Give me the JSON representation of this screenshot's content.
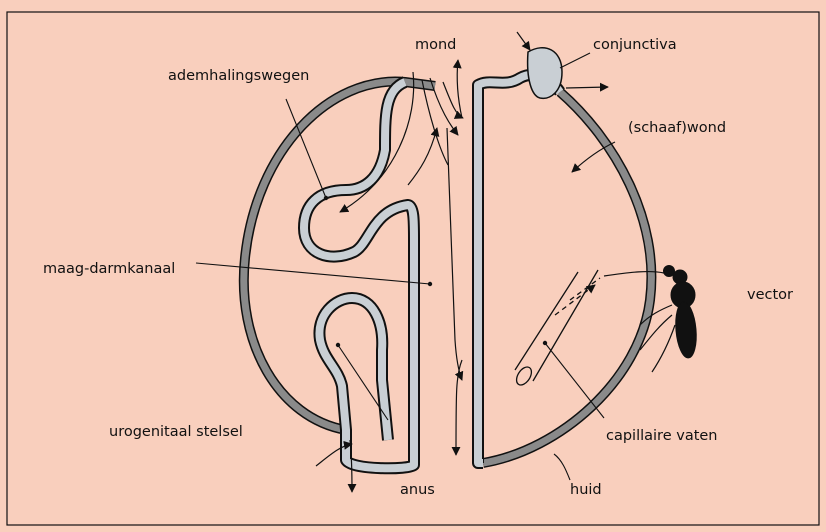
{
  "labels": {
    "mond": "mond",
    "conjunctiva": "conjunctiva",
    "ademhalingswegen": "ademhalingswegen",
    "schaafwond": "(schaaf)wond",
    "maag_darmkanaal": "maag-darmkanaal",
    "vector": "vector",
    "urogenitaal": "urogenitaal stelsel",
    "capillaire": "capillaire vaten",
    "anus": "anus",
    "huid": "huid"
  },
  "colors": {
    "background": "#f9cfbd",
    "skin": "#8a8a8a",
    "mucosa": "#c9cfd4",
    "line": "#111111",
    "insect": "#111111"
  }
}
